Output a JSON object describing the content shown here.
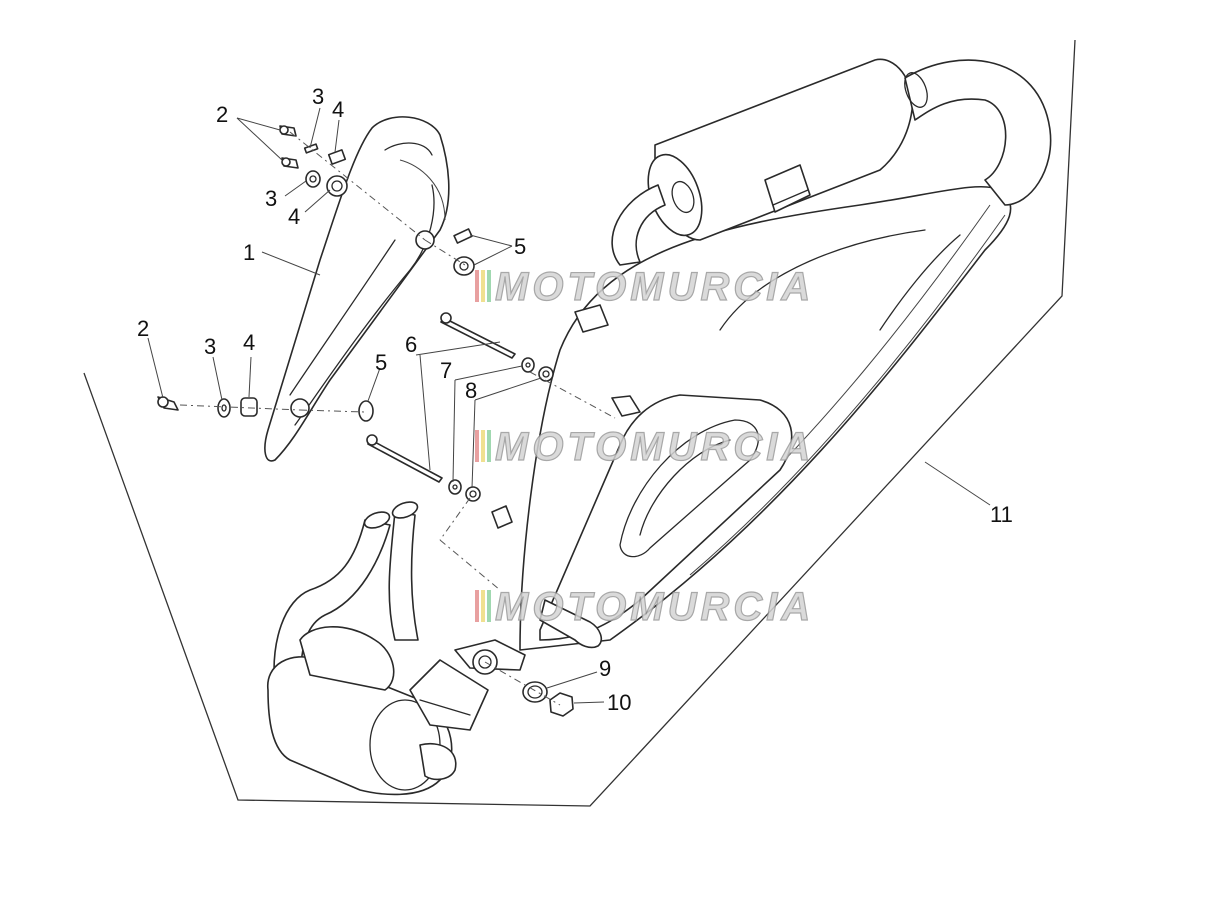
{
  "diagram": {
    "watermark": "MOTOMURCIA",
    "callouts": {
      "c1": "1",
      "c2a": "2",
      "c2b": "2",
      "c3a": "3",
      "c3b": "3",
      "c3c": "3",
      "c4a": "4",
      "c4b": "4",
      "c4c": "4",
      "c5a": "5",
      "c5b": "5",
      "c6": "6",
      "c7": "7",
      "c8": "8",
      "c9": "9",
      "c10": "10",
      "c11": "11"
    },
    "colors": {
      "line": "#2a2a2a",
      "watermark_fill": "#d4d4d4",
      "watermark_stripe_red": "#e8a0a0",
      "watermark_stripe_yellow": "#f0e090",
      "watermark_stripe_green": "#a0d8b0"
    }
  }
}
